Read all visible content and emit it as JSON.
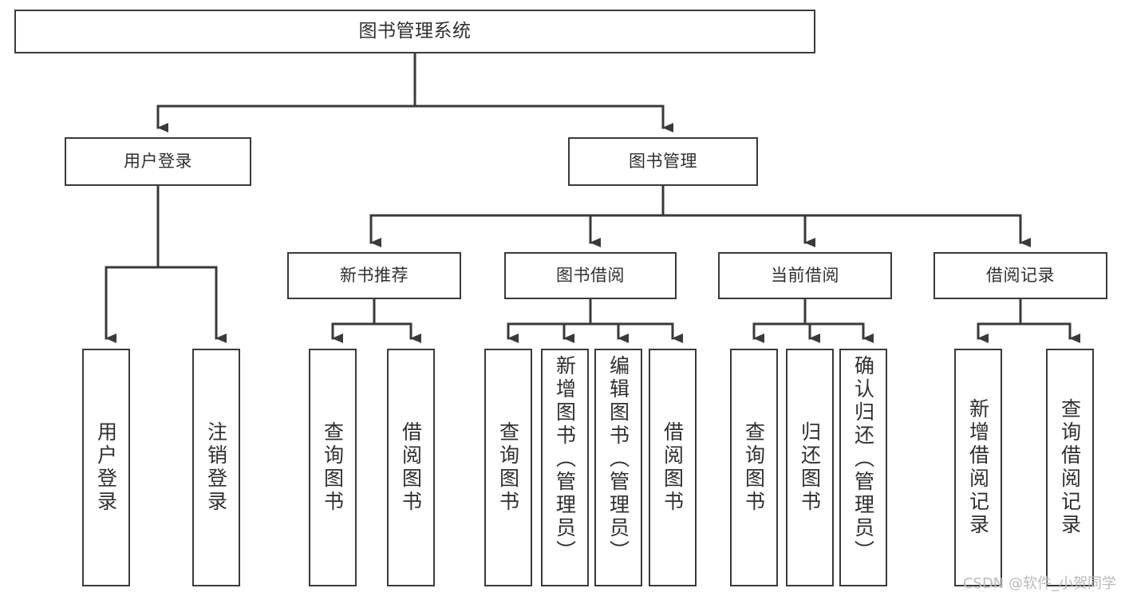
{
  "diagram": {
    "title": "图书管理系统",
    "type": "hierarchy-tree",
    "orientation": "top-down",
    "background_color": "#ffffff",
    "line_color": "#3a3a3a",
    "text_color": "#2f2f2f",
    "root": {
      "label": "图书管理系统"
    },
    "level1": [
      {
        "id": "user-login",
        "label": "用户登录"
      },
      {
        "id": "book-management",
        "label": "图书管理"
      }
    ],
    "level2": [
      {
        "id": "new-book-recommend",
        "label": "新书推荐",
        "parent": "book-management"
      },
      {
        "id": "book-borrow",
        "label": "图书借阅",
        "parent": "book-management"
      },
      {
        "id": "current-borrow",
        "label": "当前借阅",
        "parent": "book-management"
      },
      {
        "id": "borrow-record",
        "label": "借阅记录",
        "parent": "book-management"
      }
    ],
    "leaves": [
      {
        "id": "leaf-user-login",
        "label": "用户登录",
        "parent": "user-login"
      },
      {
        "id": "leaf-user-logout",
        "label": "注销登录",
        "parent": "user-login"
      },
      {
        "id": "leaf-query-book-1",
        "label": "查询图书",
        "parent": "new-book-recommend"
      },
      {
        "id": "leaf-borrow-book-1",
        "label": "借阅图书",
        "parent": "new-book-recommend"
      },
      {
        "id": "leaf-query-book-2",
        "label": "查询图书",
        "parent": "book-borrow"
      },
      {
        "id": "leaf-add-book",
        "label": "新增图书（管理员）",
        "parent": "book-borrow"
      },
      {
        "id": "leaf-edit-book",
        "label": "编辑图书（管理员）",
        "parent": "book-borrow"
      },
      {
        "id": "leaf-borrow-book-2",
        "label": "借阅图书",
        "parent": "book-borrow"
      },
      {
        "id": "leaf-query-book-3",
        "label": "查询图书",
        "parent": "current-borrow"
      },
      {
        "id": "leaf-return-book",
        "label": "归还图书",
        "parent": "current-borrow"
      },
      {
        "id": "leaf-confirm-return",
        "label": "确认归还（管理员）",
        "parent": "current-borrow"
      },
      {
        "id": "leaf-add-record",
        "label": "新增借阅记录",
        "parent": "borrow-record"
      },
      {
        "id": "leaf-query-record",
        "label": "查询借阅记录",
        "parent": "borrow-record"
      }
    ]
  },
  "watermark": {
    "text": "CSDN @软件_小贺同学"
  }
}
